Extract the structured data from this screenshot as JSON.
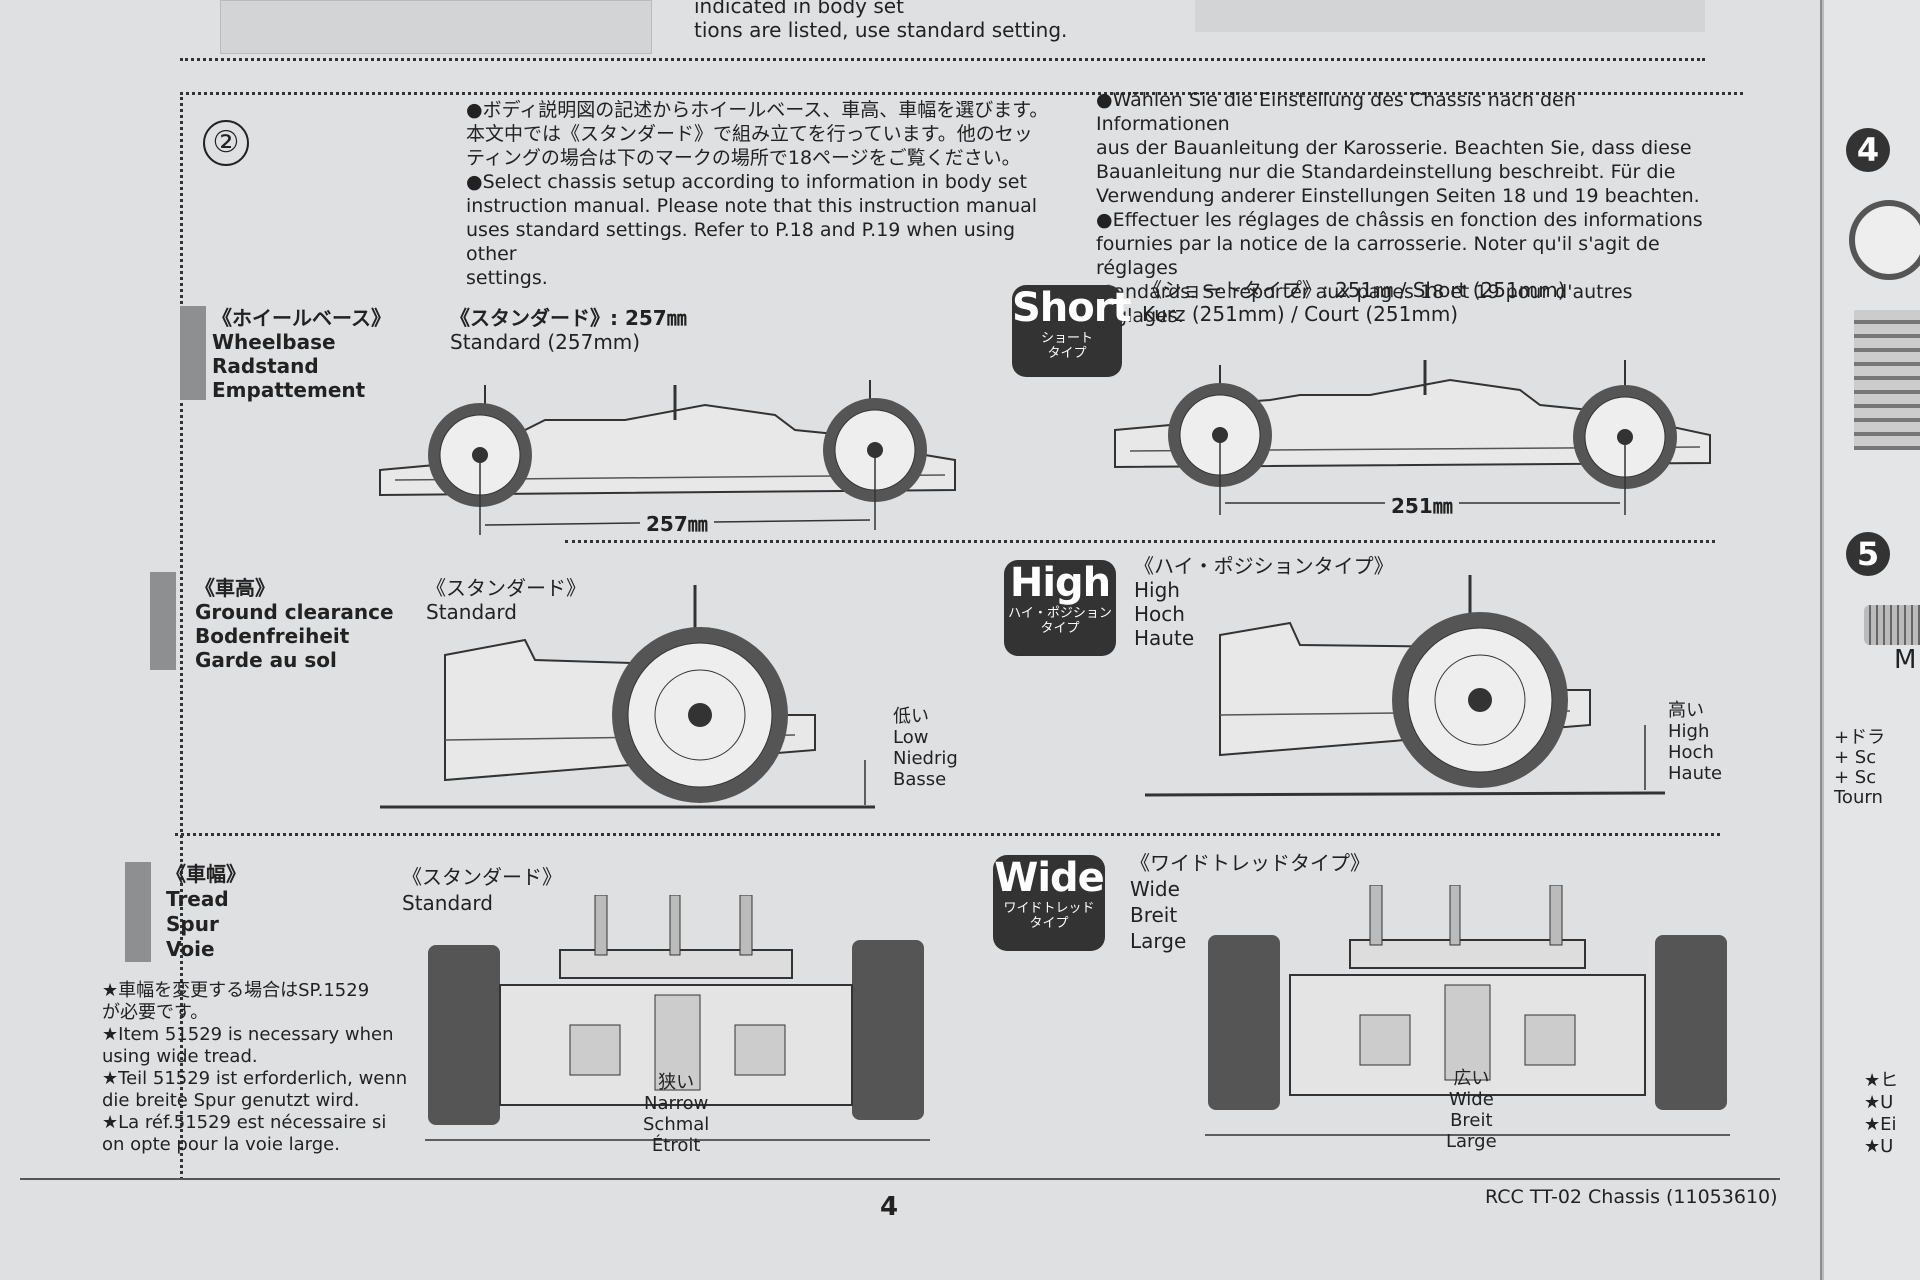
{
  "top": {
    "line1": "indicated in body set",
    "line2": "tions are listed, use standard setting."
  },
  "step": {
    "number": "②",
    "intro_jp": [
      "●ボディ説明図の記述からホイールベース、車高、車幅を選びます。",
      "本文中では《スタンダード》で組み立てを行っています。他のセッ",
      "ティングの場合は下のマークの場所で18ページをご覧ください。"
    ],
    "intro_en": [
      "●Select chassis setup according to information in body set",
      "instruction manual. Please note that this instruction manual",
      "uses standard settings. Refer to P.18 and P.19 when using other",
      "settings."
    ],
    "intro_de": [
      "●Wählen Sie die Einstellung des Chassis nach den Informationen",
      "aus der Bauanleitung der Karosserie. Beachten Sie, dass diese",
      "Bauanleitung nur die Standardeinstellung beschreibt. Für die",
      "Verwendung anderer Einstellungen Seiten 18 und 19 beachten."
    ],
    "intro_fr": [
      "●Effectuer les réglages de châssis en fonction des informations",
      "fournies par la notice de la carrosserie. Noter qu'il s'agit de réglages",
      "standards. Se reporter aux pages 18 et 19 pour d'autres réglages."
    ]
  },
  "wheelbase": {
    "title_jp": "《ホイールベース》",
    "title_en": "Wheelbase",
    "title_de": "Radstand",
    "title_fr": "Empattement",
    "standard_jp": "《スタンダード》: 257㎜",
    "standard_en": "Standard (257mm)",
    "standard_dim": "257㎜",
    "badge_big": "Short",
    "badge_small1": "ショート",
    "badge_small2": "タイプ",
    "option_jp": "《ショートタイプ》: 251㎜  /  Short (251mm)",
    "option_en": "Kurz (251mm)  /  Court (251mm)",
    "option_dim": "251㎜"
  },
  "clearance": {
    "title_jp": "《車高》",
    "title_en": "Ground clearance",
    "title_de": "Bodenfreiheit",
    "title_fr": "Garde au sol",
    "standard_jp": "《スタンダード》",
    "standard_en": "Standard",
    "low": [
      "低い",
      "Low",
      "Niedrig",
      "Basse"
    ],
    "badge_big": "High",
    "badge_small1": "ハイ・ポジション",
    "badge_small2": "タイプ",
    "option_jp": "《ハイ・ポジションタイプ》",
    "option": [
      "High",
      "Hoch",
      "Haute"
    ],
    "high": [
      "高い",
      "High",
      "Hoch",
      "Haute"
    ]
  },
  "tread": {
    "title_jp": "《車幅》",
    "title_en": "Tread",
    "title_de": "Spur",
    "title_fr": "Voie",
    "standard_jp": "《スタンダード》",
    "standard_en": "Standard",
    "narrow": [
      "狭い",
      "Narrow",
      "Schmal",
      "Étroit"
    ],
    "badge_big": "Wide",
    "badge_small1": "ワイドトレッド",
    "badge_small2": "タイプ",
    "option_jp": "《ワイドトレッドタイプ》",
    "option": [
      "Wide",
      "Breit",
      "Large"
    ],
    "wide": [
      "広い",
      "Wide",
      "Breit",
      "Large"
    ],
    "notes": [
      "★車幅を変更する場合はSP.1529",
      "が必要です。",
      "★Item 51529 is necessary when",
      "using wide tread.",
      "★Teil 51529 ist erforderlich, wenn",
      "die breite Spur genutzt wird.",
      "★La réf.51529 est nécessaire si",
      "on opte pour la voie large."
    ]
  },
  "footer": {
    "page_number": "4",
    "model": "RCC TT-02 Chassis (11053610)"
  },
  "right_page": {
    "step4": "4",
    "step5": "5",
    "letter": "M",
    "lines": [
      "+ドラ",
      "+ Sc",
      "+ Sc",
      "Tourn"
    ],
    "stars": [
      "★ヒ",
      "★U",
      "★Ei",
      "★U"
    ]
  }
}
